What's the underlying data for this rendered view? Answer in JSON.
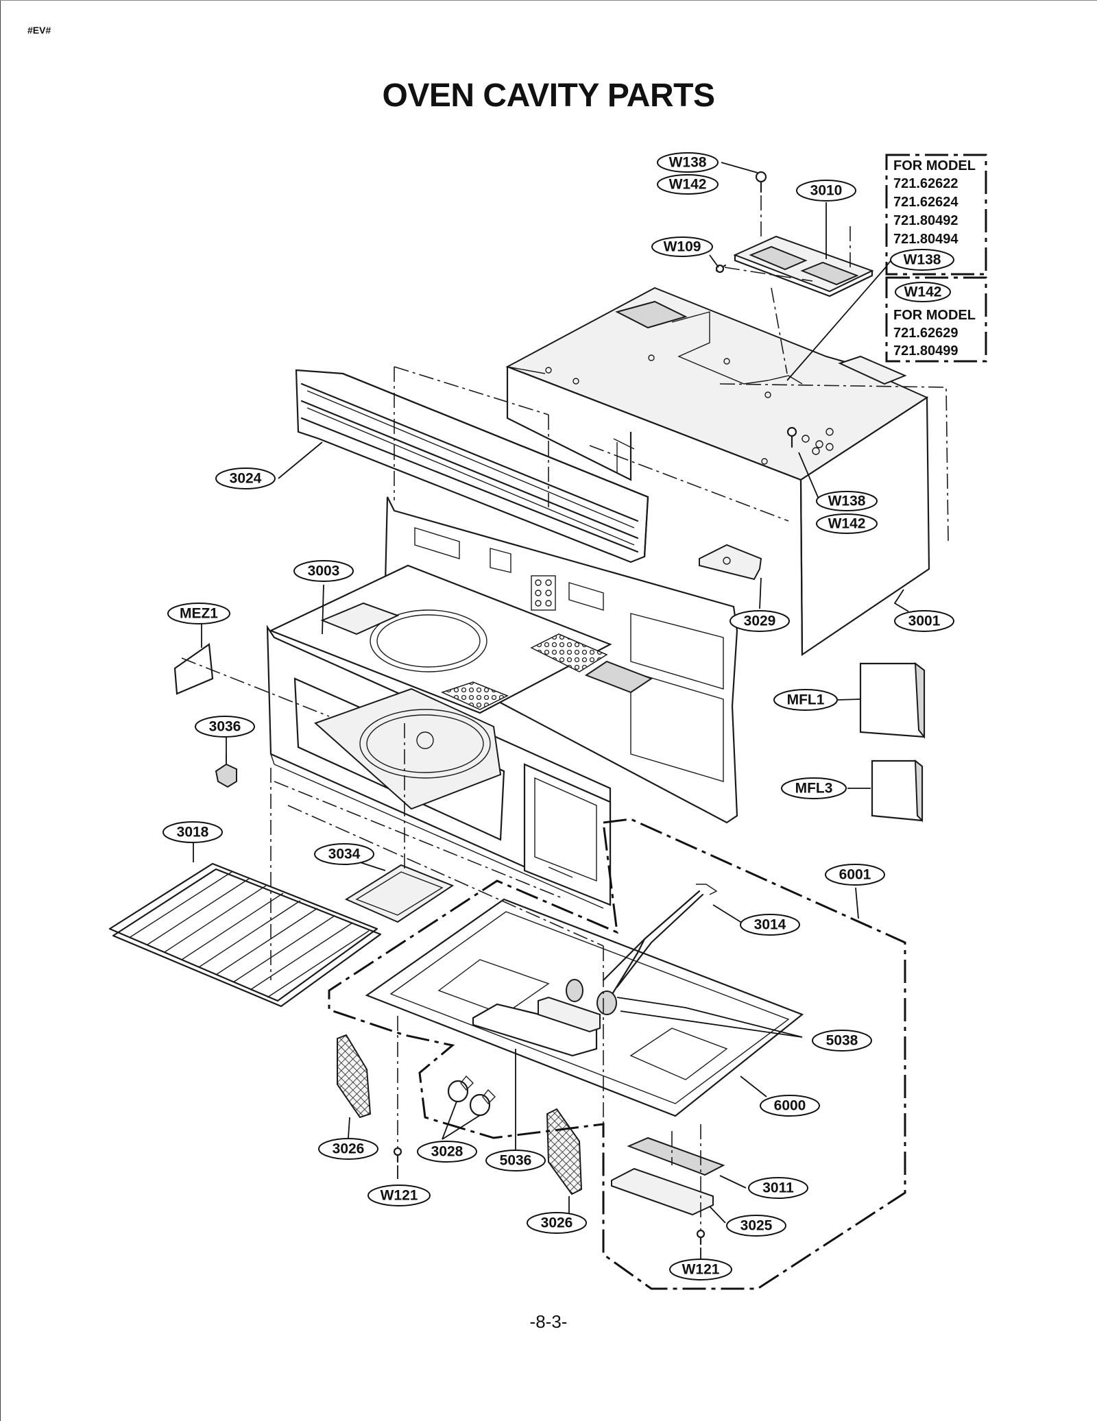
{
  "doc_code": "#EV#",
  "title": "OVEN CAVITY PARTS",
  "page_number": "-8-3-",
  "callouts": {
    "w138_top": "W138",
    "w142_top": "W142",
    "p3010": "3010",
    "w109": "W109",
    "p3024": "3024",
    "w138_right": "W138",
    "w142_right": "W142",
    "p3003": "3003",
    "mez1": "MEZ1",
    "p3029": "3029",
    "p3001": "3001",
    "mfl1": "MFL1",
    "p3036": "3036",
    "mfl3": "MFL3",
    "p3018": "3018",
    "p3034": "3034",
    "p6001": "6001",
    "p3014": "3014",
    "p5038": "5038",
    "p6000": "6000",
    "p3026_left": "3026",
    "p3028": "3028",
    "p5036": "5036",
    "w121_left": "W121",
    "p3026_bottom": "3026",
    "p3011": "3011",
    "p3025": "3025",
    "w121_right": "W121"
  },
  "model_notes": {
    "group_a": {
      "heading": "FOR MODEL",
      "models": [
        "721.62622",
        "721.62624",
        "721.80492",
        "721.80494"
      ],
      "part": "W138"
    },
    "group_b": {
      "part": "W142",
      "heading": "FOR MODEL",
      "models": [
        "721.62629",
        "721.80499"
      ]
    }
  }
}
